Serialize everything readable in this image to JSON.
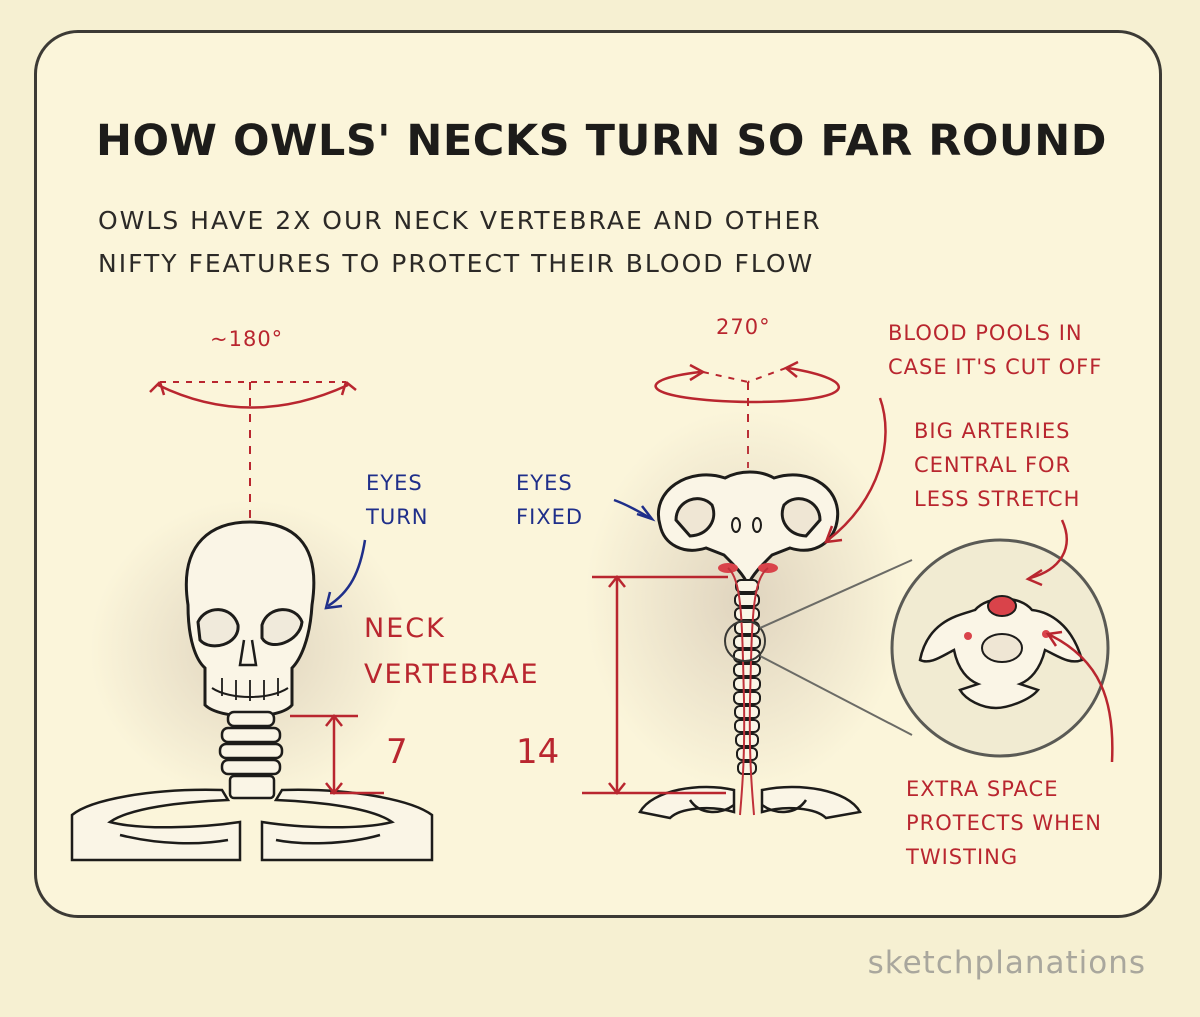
{
  "title": "HOW OWLS' NECKS TURN SO FAR ROUND",
  "subtitle_line1": "OWLS HAVE 2X OUR NECK VERTEBRAE AND OTHER",
  "subtitle_line2": "NIFTY FEATURES TO PROTECT THEIR BLOOD FLOW",
  "human": {
    "rotation_label": "~180°",
    "eyes_line1": "EYES",
    "eyes_line2": "TURN",
    "vertebrae_count": "7"
  },
  "center_label_line1": "NECK",
  "center_label_line2": "VERTEBRAE",
  "owl": {
    "rotation_label": "270°",
    "eyes_line1": "EYES",
    "eyes_line2": "FIXED",
    "vertebrae_count": "14",
    "blood_pools_line1": "BLOOD POOLS IN",
    "blood_pools_line2": "CASE IT'S CUT OFF",
    "arteries_line1": "BIG ARTERIES",
    "arteries_line2": "CENTRAL FOR",
    "arteries_line3": "LESS STRETCH",
    "extra_space_line1": "EXTRA SPACE",
    "extra_space_line2": "PROTECTS WHEN",
    "extra_space_line3": "TWISTING"
  },
  "brand": "sketchplanations",
  "colors": {
    "red": "#b9262f",
    "blue": "#1f2f8a",
    "ink": "#1d1c1a",
    "paper": "#fbf5da"
  }
}
